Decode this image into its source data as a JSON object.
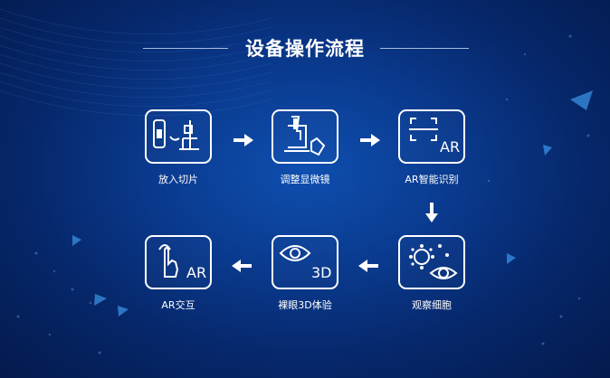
{
  "title": "设备操作流程",
  "steps": [
    {
      "label": "放入切片",
      "icon": "slide-insert-icon"
    },
    {
      "label": "调整显微镜",
      "icon": "microscope-adjust-icon"
    },
    {
      "label": "AR智能识别",
      "icon": "ar-scan-icon",
      "badge": "AR"
    },
    {
      "label": "观察细胞",
      "icon": "cell-observe-icon"
    },
    {
      "label": "裸眼3D体验",
      "icon": "eye-3d-icon",
      "badge": "3D"
    },
    {
      "label": "AR交互",
      "icon": "touch-ar-icon",
      "badge": "AR"
    }
  ],
  "colors": {
    "background": "#0a3a8e",
    "accent": "#ffffff"
  }
}
